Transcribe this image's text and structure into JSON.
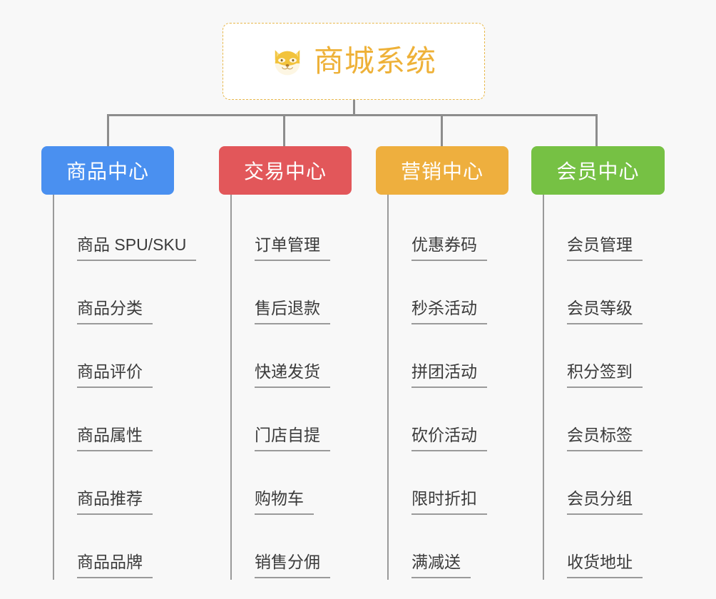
{
  "page": {
    "background_color": "#f8f8f8",
    "line_color": "#8d8d8d"
  },
  "root": {
    "title": "商城系统",
    "icon": "shiba-dog-icon",
    "text_color": "#eeb138",
    "border_color": "#e8b84b",
    "background": "#ffffff"
  },
  "columns": [
    {
      "header": "商品中心",
      "color": "#4a90f0",
      "items": [
        "商品 SPU/SKU",
        "商品分类",
        "商品评价",
        "商品属性",
        "商品推荐",
        "商品品牌"
      ]
    },
    {
      "header": "交易中心",
      "color": "#e2575a",
      "items": [
        "订单管理",
        "售后退款",
        "快递发货",
        "门店自提",
        "购物车",
        "销售分佣"
      ]
    },
    {
      "header": "营销中心",
      "color": "#eeaf3e",
      "items": [
        "优惠券码",
        "秒杀活动",
        "拼团活动",
        "砍价活动",
        "限时折扣",
        "满减送"
      ]
    },
    {
      "header": "会员中心",
      "color": "#76c144",
      "items": [
        "会员管理",
        "会员等级",
        "积分签到",
        "会员标签",
        "会员分组",
        "收货地址"
      ]
    }
  ]
}
